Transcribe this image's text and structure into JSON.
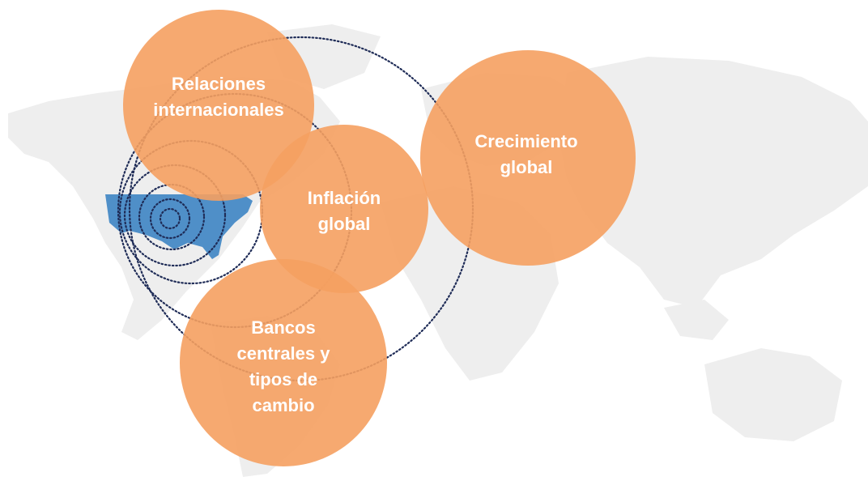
{
  "colors": {
    "bubble": "#F5A061",
    "map": "#EEEEEE",
    "us_highlight": "#4F8FC8",
    "rings": "#1F2C57",
    "label_text": "#FFFFFF"
  },
  "bubbles": [
    {
      "id": "relaciones",
      "label": "Relaciones\ninternacionales"
    },
    {
      "id": "inflacion",
      "label": "Inflación\nglobal"
    },
    {
      "id": "crecimiento",
      "label": "Crecimiento\nglobal"
    },
    {
      "id": "bancos",
      "label": "Bancos\ncentrales y\ntipos de\ncambio"
    }
  ]
}
